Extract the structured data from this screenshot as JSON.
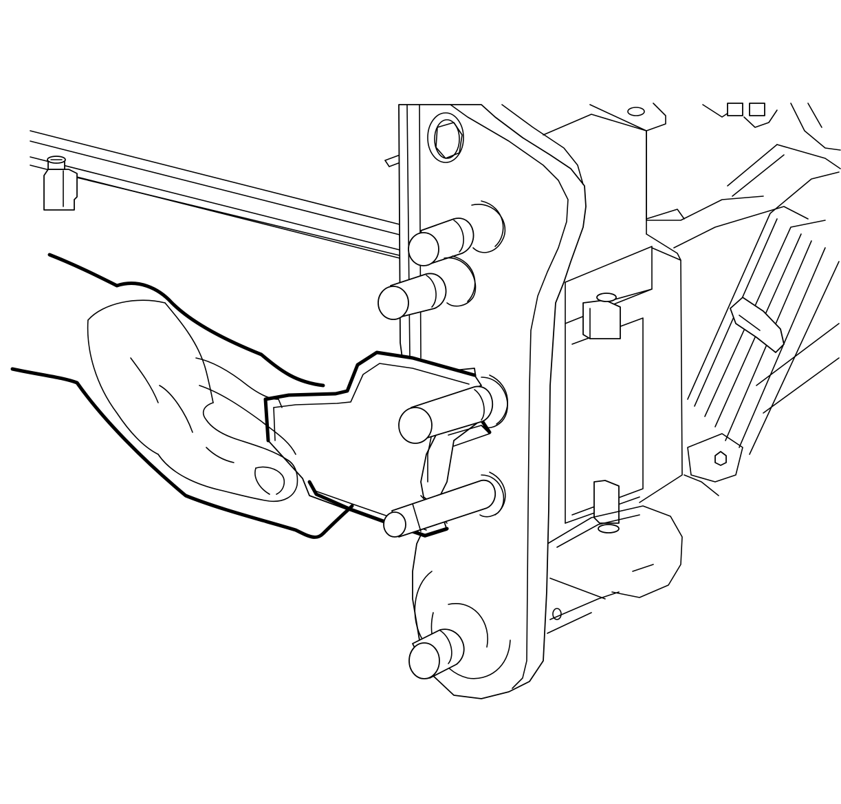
{
  "figure": {
    "kind": "line-art technical illustration",
    "background": "#ffffff",
    "stroke": "#000000",
    "parts": [
      "heater-core-bracket",
      "heater-hose-pipe",
      "mounting-bolt",
      "hvac-module-housing",
      "heater-core-cover-plate",
      "technician-hand"
    ]
  }
}
